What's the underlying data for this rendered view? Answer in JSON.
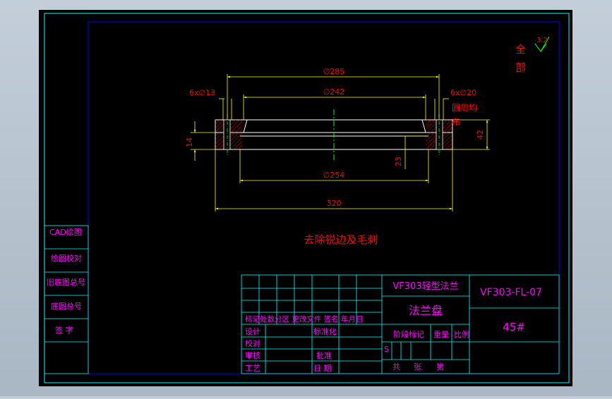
{
  "drawing": {
    "dims": {
      "d285": "∅285",
      "d242": "∅242",
      "d254": "∅254",
      "len320": "320",
      "h42": "42",
      "h14": "14",
      "h23": "23",
      "holes_left": "6x∅13",
      "holes_right": "6x∅20"
    },
    "notes": {
      "evenly_line1": "圆周均",
      "evenly_line2": "布",
      "roughness_word1": "全",
      "roughness_word2": "部",
      "roughness_value": "3.2",
      "deburr": "去除锐边及毛刺"
    }
  },
  "sidebar": {
    "rows": [
      "CAD绘图",
      "绘图校对",
      "旧底图总号",
      "底图总号",
      "签  字"
    ]
  },
  "title_block": {
    "part_title": "VF303轻型法兰",
    "part_name": "法兰盘",
    "drawing_number": "VF303-FL-07",
    "material": "45#",
    "revision_header": "标记处数分区 更改文件 签名 年月日",
    "labels": {
      "design": "设计",
      "check": "校对",
      "review": "审核",
      "process": "工艺",
      "standardize": "标准化",
      "approve": "批准",
      "date": "日  期"
    },
    "stage_header": "阶段标记",
    "weight_header": "重量",
    "scale_header": "比例",
    "stage_s": "S",
    "sheets": [
      "共",
      "张",
      "第"
    ]
  },
  "colors": {
    "background": "#000000",
    "border": "#00ffff",
    "inner_frame": "#0000ff",
    "dimension": "#ffff00",
    "text_red": "#ff0000",
    "title_magenta": "#ff00ff",
    "part_outline": "#ffffff",
    "section_hatch": "#ff0000",
    "centerline": "#00ff00"
  }
}
